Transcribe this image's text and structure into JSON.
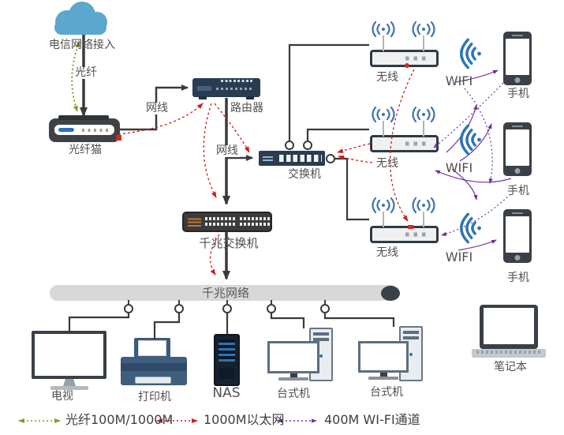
{
  "nodes": {
    "cloud": "电信网络接入",
    "modem": "光纤猫",
    "router": "路由器",
    "switch": "交换机",
    "gigabit_switch": "千兆交换机",
    "backbone": "千兆网络",
    "tv": "电视",
    "printer": "打印机",
    "nas": "NAS",
    "desktop1": "台式机",
    "desktop2": "台式机",
    "laptop": "笔记本"
  },
  "link_labels": {
    "fiber": "光纤",
    "cable_modem_router": "网线",
    "cable_router_gswitch": "网线"
  },
  "wireless": {
    "aps": [
      {
        "label": "无线"
      },
      {
        "label": "无线"
      },
      {
        "label": "无线"
      }
    ],
    "wifi": [
      {
        "label": "WIFI"
      },
      {
        "label": "WIFI"
      },
      {
        "label": "WIFI"
      }
    ],
    "phones": [
      {
        "label": "手机"
      },
      {
        "label": "手机"
      },
      {
        "label": "手机"
      }
    ]
  },
  "legend": [
    {
      "label": "光纤100M/1000M",
      "color": "#7f9e20"
    },
    {
      "label": "1000M以太网",
      "color": "#d02b20"
    },
    {
      "label": "400M WI-FI通道",
      "color": "#7030a0"
    }
  ],
  "colors": {
    "cloud_blue": "#5ba7cd",
    "device_navy": "#2a3c52",
    "device_dark": "#3b3b3b",
    "ap_body": "#f0f0f0",
    "wifi_blue": "#2e74b5",
    "antenna_blue": "#3f74ad",
    "line_black": "#3a3a3a",
    "fiber_green": "#7f9e20",
    "ethernet_red": "#d02b20",
    "wifi_purple": "#7030a0",
    "backbone_gray": "#d8d8d8",
    "label_gray": "#4f4f4f"
  }
}
